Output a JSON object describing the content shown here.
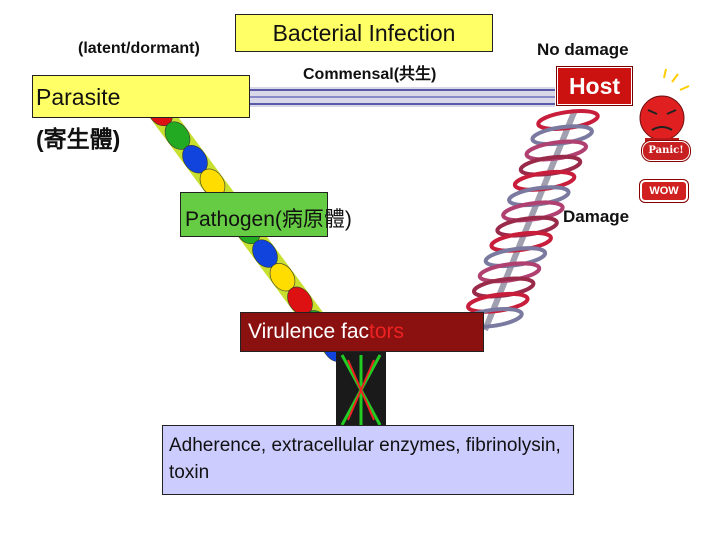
{
  "title": "Bacterial Infection",
  "labels": {
    "latent": "(latent/dormant)",
    "commensal": "Commensal(共生)",
    "no_damage": "No damage",
    "host": "Host",
    "parasite_line1": "Parasite",
    "parasite_line2": "(寄生體)",
    "pathogen": "Pathogen(病原體)",
    "damage": "Damage",
    "virulence_prefix": "Virulence fac",
    "virulence_suffix": "tors",
    "factors": "Adherence, extracellular enzymes, fibrinolysin, toxin",
    "panic": "Panic!",
    "wow": "WOW"
  },
  "colors": {
    "title_box": "#ffff66",
    "parasite_box": "#ffff66",
    "host_box": "#cc1111",
    "pathogen_box": "#66cc44",
    "virulence_box": "#8b1010",
    "factors_box": "#ccccff",
    "stripe": "#cfcfdf",
    "beads": [
      "#dd1111",
      "#22aa22",
      "#1144dd",
      "#ffdd00"
    ]
  },
  "icons": {
    "parasite_mark": "diamond-icon",
    "host_face": "angry-face-icon",
    "panic_badge": "panic-badge-icon",
    "wow_badge": "wow-badge-icon"
  }
}
